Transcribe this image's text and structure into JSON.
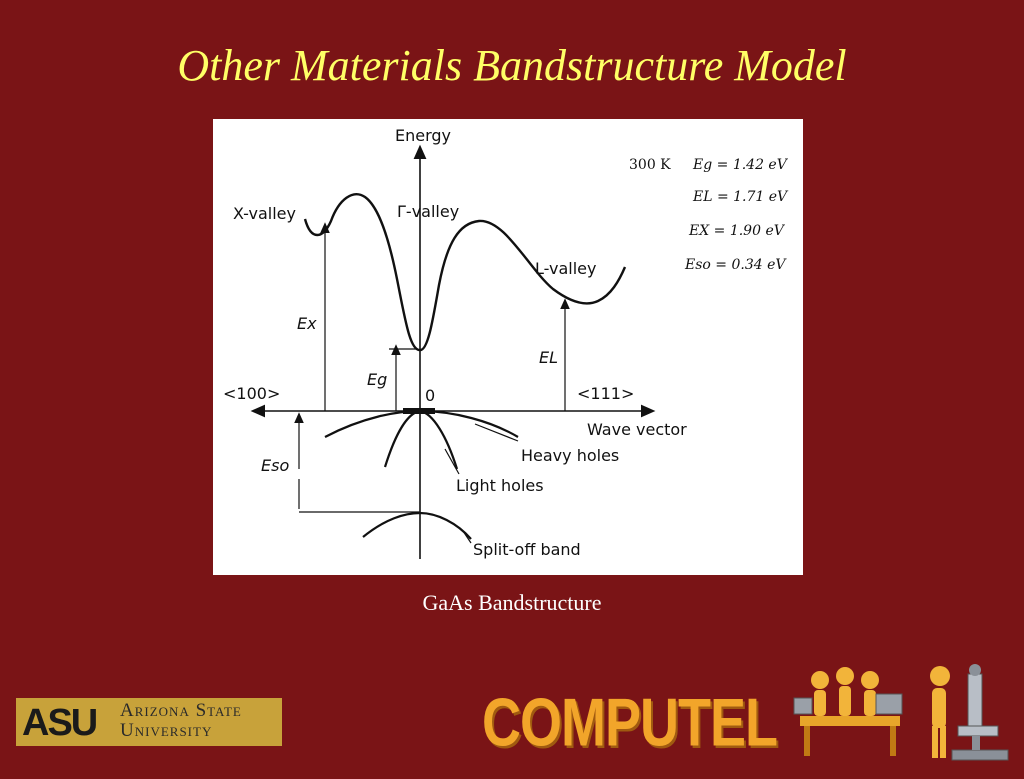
{
  "slide": {
    "title": "Other Materials Bandstructure Model",
    "caption": "GaAs Bandstructure"
  },
  "figure": {
    "axis_energy": "Energy",
    "axis_wave": "Wave vector",
    "dir_left": "<100>",
    "dir_right": "<111>",
    "origin": "0",
    "x_valley": "X-valley",
    "gamma_valley": "Γ-valley",
    "l_valley": "L-valley",
    "ex": "Ex",
    "el": "EL",
    "eg": "Eg",
    "eso": "Eso",
    "heavy_holes": "Heavy holes",
    "light_holes": "Light holes",
    "split_off": "Split-off band",
    "legend": {
      "temperature": "300 K",
      "rows": [
        "Eg = 1.42 eV",
        "EL = 1.71 eV",
        "EX = 1.90 eV",
        "Eso = 0.34 eV"
      ]
    }
  },
  "logos": {
    "asu_mark": "ASU",
    "asu_line1": "Arizona State",
    "asu_line2": "University",
    "computel": "COMPUTEL"
  },
  "icons": [
    "people-at-desk-icon",
    "scientist-microscope-icon"
  ],
  "colors": {
    "background": "#7a1416",
    "title": "#ffff66",
    "computel": "#f2a52a"
  }
}
